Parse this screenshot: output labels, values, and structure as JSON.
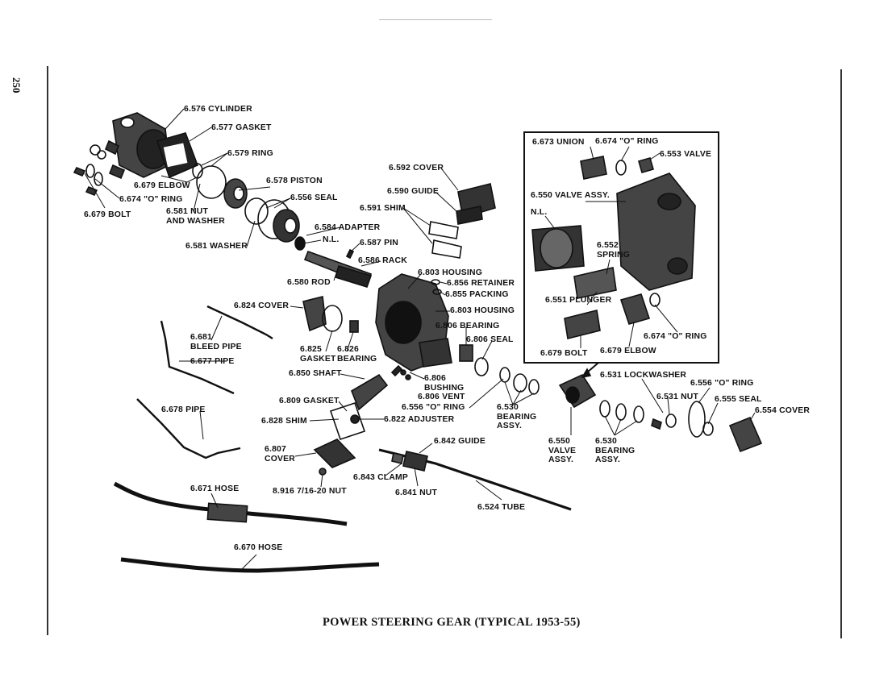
{
  "page": {
    "number": "250",
    "caption": "POWER STEERING GEAR (TYPICAL 1953-55)"
  },
  "parts": {
    "cylinder": "6.576 CYLINDER",
    "gasket_577": "6.577 GASKET",
    "ring_579": "6.579 RING",
    "piston": "6.578 PISTON",
    "seal_556": "6.556 SEAL",
    "elbow_679": "6.679 ELBOW",
    "oring_674": "6.674 \"O\" RING",
    "bolt_679": "6.679 BOLT",
    "nut_washer_581": "6.581 NUT\nAND WASHER",
    "washer_581": "6.581 WASHER",
    "adapter_584": "6.584 ADAPTER",
    "nl": "N.L.",
    "pin_587": "6.587 PIN",
    "rack_586": "6.586 RACK",
    "rod_580": "6.580 ROD",
    "cover_592": "6.592 COVER",
    "guide_590": "6.590 GUIDE",
    "shim_591": "6.591 SHIM",
    "housing_803a": "6.803 HOUSING",
    "retainer_856": "6.856 RETAINER",
    "packing_855": "6.855 PACKING",
    "housing_803b": "6.803 HOUSING",
    "cover_824": "6.824 COVER",
    "bleed_pipe_681": "6.681\nBLEED PIPE",
    "pipe_677": "6.677 PIPE",
    "gasket_825": "6.825\nGASKET",
    "bearing_826": "6.826\nBEARING",
    "bearing_806": "6.806 BEARING",
    "seal_806": "6.806 SEAL",
    "shaft_850": "6.850 SHAFT",
    "bushing_806": "6.806\nBUSHING",
    "vent_806": "6.806 VENT",
    "oring_556": "6.556 \"O\" RING",
    "bearing_assy_530a": "6.530\nBEARING\nASSY.",
    "gasket_809": "6.809 GASKET",
    "pipe_678": "6.678 PIPE",
    "shim_828": "6.828 SHIM",
    "adjuster_822": "6.822 ADJUSTER",
    "cover_807": "6.807\nCOVER",
    "guide_842": "6.842 GUIDE",
    "clamp_843": "6.843 CLAMP",
    "nut_841": "6.841 NUT",
    "nut_916": "8.916 7/16-20 NUT",
    "hose_671": "6.671 HOSE",
    "tube_524": "6.524 TUBE",
    "hose_670": "6.670 HOSE",
    "lockwasher_531": "6.531 LOCKWASHER",
    "nut_531": "6.531 NUT",
    "oring_556b": "6.556 \"O\" RING",
    "seal_555": "6.555 SEAL",
    "cover_554": "6.554 COVER",
    "valve_assy_550": "6.550\nVALVE\nASSY.",
    "bearing_assy_530b": "6.530\nBEARING\nASSY."
  },
  "inset": {
    "union_673": "6.673 UNION",
    "oring_674": "6.674 \"O\" RING",
    "valve_553": "6.553 VALVE",
    "valve_assy_550": "6.550 VALVE ASSY.",
    "nl": "N.L.",
    "spring_552": "6.552\nSPRING",
    "plunger_551": "6.551 PLUNGER",
    "oring_674b": "6.674 \"O\" RING",
    "bolt_679": "6.679 BOLT",
    "elbow_679": "6.679 ELBOW"
  }
}
